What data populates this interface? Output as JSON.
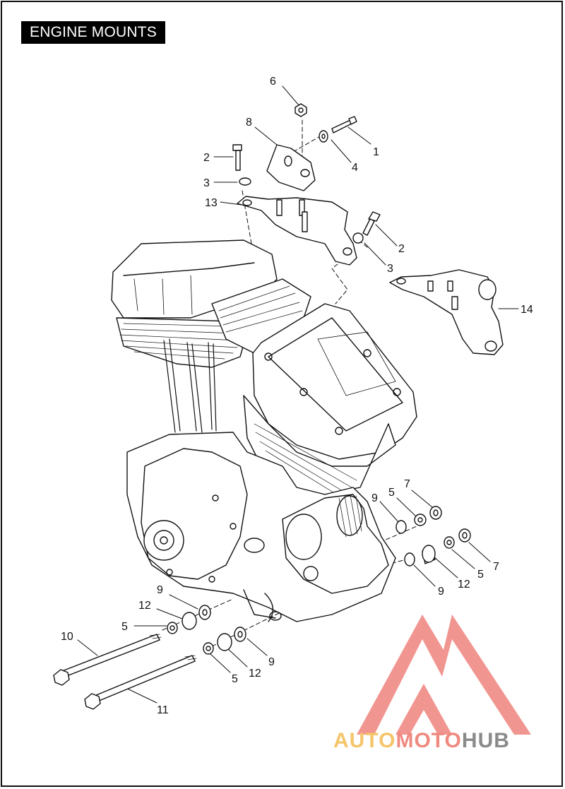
{
  "title": "ENGINE MOUNTS",
  "callouts": [
    {
      "id": "c1",
      "text": "1"
    },
    {
      "id": "c2a",
      "text": "2"
    },
    {
      "id": "c2b",
      "text": "2"
    },
    {
      "id": "c3a",
      "text": "3"
    },
    {
      "id": "c3b",
      "text": "3"
    },
    {
      "id": "c4",
      "text": "4"
    },
    {
      "id": "c5a",
      "text": "5"
    },
    {
      "id": "c5b",
      "text": "5"
    },
    {
      "id": "c5c",
      "text": "5"
    },
    {
      "id": "c5d",
      "text": "5"
    },
    {
      "id": "c6",
      "text": "6"
    },
    {
      "id": "c7a",
      "text": "7"
    },
    {
      "id": "c7b",
      "text": "7"
    },
    {
      "id": "c8",
      "text": "8"
    },
    {
      "id": "c9a",
      "text": "9"
    },
    {
      "id": "c9b",
      "text": "9"
    },
    {
      "id": "c9c",
      "text": "9"
    },
    {
      "id": "c9d",
      "text": "9"
    },
    {
      "id": "c10",
      "text": "10"
    },
    {
      "id": "c11",
      "text": "11"
    },
    {
      "id": "c12a",
      "text": "12"
    },
    {
      "id": "c12b",
      "text": "12"
    },
    {
      "id": "c12c",
      "text": "12"
    },
    {
      "id": "c13",
      "text": "13"
    },
    {
      "id": "c14",
      "text": "14"
    }
  ],
  "watermark": {
    "part1": "AUTO",
    "part2": "MOTO",
    "part3": "HUB",
    "color_light": "#f5c56a",
    "color_mid": "#ef8a80",
    "color_dark": "#8a8a8a"
  }
}
